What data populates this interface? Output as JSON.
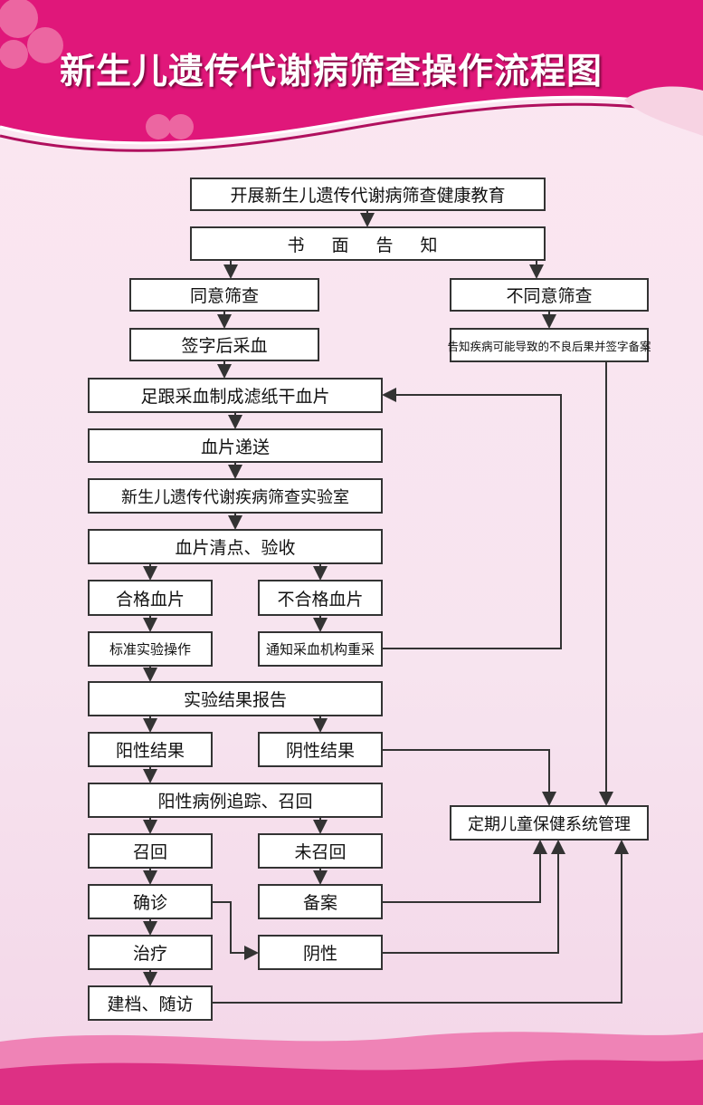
{
  "title": "新生儿遗传代谢病筛查操作流程图",
  "colors": {
    "header": "#e0177a",
    "box_border": "#333333",
    "line": "#333333"
  },
  "nodes": {
    "education": "开展新生儿遗传代谢病筛查健康教育",
    "written_notice": "书 面 告 知",
    "agree": "同意筛查",
    "disagree": "不同意筛查",
    "sign_collect": "签字后采血",
    "inform_sign": "告知疾病可能导致的不良后果并签字备案",
    "heel_blood": "足跟采血制成滤纸干血片",
    "delivery": "血片递送",
    "lab": "新生儿遗传代谢疾病筛查实验室",
    "check": "血片清点、验收",
    "qualified": "合格血片",
    "unqualified": "不合格血片",
    "standard_op": "标准实验操作",
    "notify_recollect": "通知采血机构重采",
    "report": "实验结果报告",
    "positive": "阳性结果",
    "negative": "阴性结果",
    "track_recall": "阳性病例追踪、召回",
    "recalled": "召回",
    "not_recalled": "未召回",
    "diagnosed": "确诊",
    "filed": "备案",
    "treatment": "治疗",
    "neg": "阴性",
    "followup": "建档、随访",
    "child_health": "定期儿童保健系统管理"
  }
}
